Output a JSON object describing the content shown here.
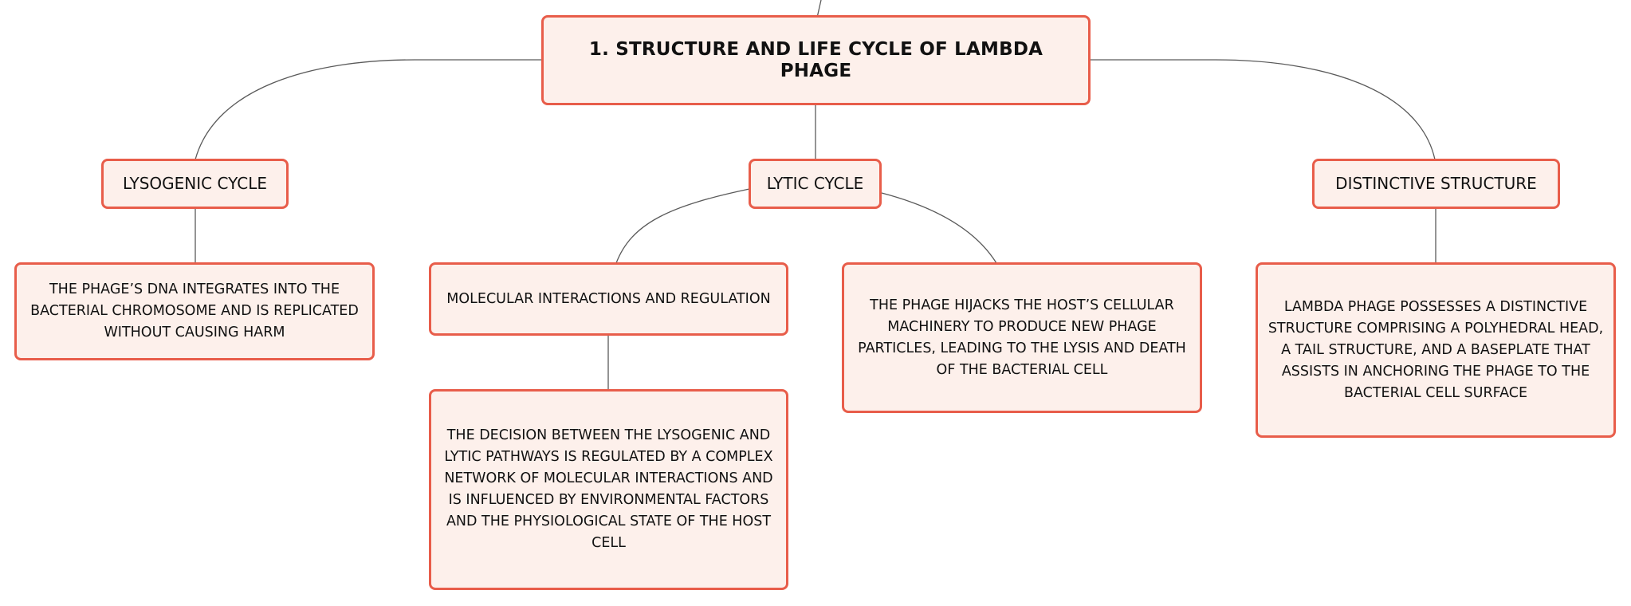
{
  "colors": {
    "node_fill": "#fdf0eb",
    "node_border": "#e85d4a",
    "connector": "#5a5a5a",
    "text": "#111111"
  },
  "mindmap": {
    "root": "1. STRUCTURE AND LIFE CYCLE OF LAMBDA PHAGE",
    "branches": {
      "lysogenic": {
        "label": "LYSOGENIC CYCLE",
        "detail": "THE PHAGE’S DNA INTEGRATES INTO THE BACTERIAL CHROMOSOME AND IS REPLICATED WITHOUT CAUSING HARM"
      },
      "lytic": {
        "label": "LYTIC CYCLE",
        "molecular": {
          "label": "MOLECULAR INTERACTIONS AND REGULATION",
          "detail": "THE DECISION BETWEEN THE LYSOGENIC AND LYTIC PATHWAYS IS REGULATED BY A COMPLEX NETWORK OF MOLECULAR INTERACTIONS AND IS INFLUENCED BY ENVIRONMENTAL FACTORS AND THE PHYSIOLOGICAL STATE OF THE HOST CELL"
        },
        "detail": "THE PHAGE HIJACKS THE HOST’S CELLULAR MACHINERY TO PRODUCE NEW PHAGE PARTICLES, LEADING TO THE LYSIS AND DEATH OF THE BACTERIAL CELL"
      },
      "structure": {
        "label": "DISTINCTIVE STRUCTURE",
        "detail": "LAMBDA PHAGE POSSESSES A DISTINCTIVE STRUCTURE COMPRISING A POLYHEDRAL HEAD, A TAIL STRUCTURE, AND A BASEPLATE THAT ASSISTS IN ANCHORING THE PHAGE TO THE BACTERIAL CELL SURFACE"
      }
    }
  }
}
